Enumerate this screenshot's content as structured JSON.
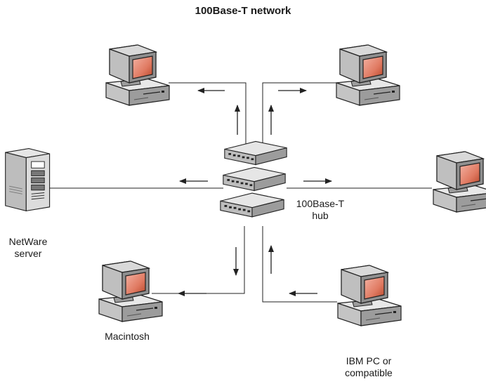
{
  "title": "100Base-T network",
  "labels": {
    "hub_line1": "100Base-T",
    "hub_line2": "hub",
    "server_line1": "NetWare",
    "server_line2": "server",
    "mac": "Macintosh",
    "ibm_line1": "IBM PC or",
    "ibm_line2": "compatible"
  },
  "colors": {
    "case_light": "#e6e6e6",
    "case_mid": "#bdbdbd",
    "case_dark": "#8a8a8a",
    "screen": "#e88a78",
    "screen_dark": "#c2552f",
    "line": "#222222"
  }
}
